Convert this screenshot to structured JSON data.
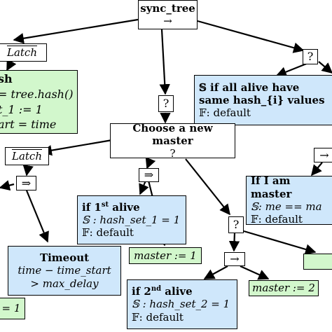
{
  "nodes": {
    "root_title": "sync_tree",
    "root_op": "→",
    "latch_left": "Latch",
    "q_right": "?",
    "hash_title": "sh",
    "hash_line1": "= tree.hash()",
    "hash_line2": "t_1 := 1",
    "hash_line3": "art = time",
    "q_mid": "?",
    "alive_line1": "𝕊 if all alive have",
    "alive_line2": "same hash_{i} values",
    "alive_line3": "𝔽: default",
    "choose_line1": "Choose a new master",
    "choose_line2": "?",
    "latch_mid": "Latch",
    "seq_left": "⇒",
    "seq_mid": "⇒",
    "first_alive_pre": "if 1",
    "first_alive_sup": "st",
    "first_alive_post": " alive",
    "first_alive_line2": "𝕊 : hash_set_1 = 1",
    "first_alive_line3": "𝔽: default",
    "master1": "master := 1",
    "timeout_title": "Timeout",
    "timeout_line2": "time − time_start",
    "timeout_line3": "> max_delay",
    "q_lower": "?",
    "seq_right": "→",
    "iam_line1": "If I am master",
    "iam_line2": "𝕊: me == ma",
    "iam_line3": "𝔽: default",
    "seq_lower": "→",
    "second_alive_pre": "if 2",
    "second_alive_sup": "nd",
    "second_alive_post": " alive",
    "second_alive_line2": "𝕊 : hash_set_2 = 1",
    "second_alive_line3": "𝔽: default",
    "master2": "master := 2",
    "bottom_left": "= 1"
  },
  "colors": {
    "condition_fill": "#cfe7fb",
    "action_fill": "#d2f7cc",
    "control_fill": "#ffffff"
  }
}
